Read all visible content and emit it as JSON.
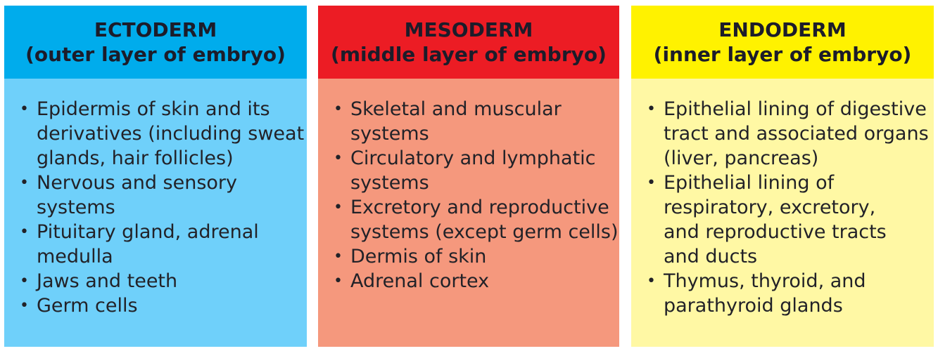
{
  "panels": [
    {
      "title": "ECTODERM",
      "subtitle": "(outer layer of embryo)",
      "header_color": "#00acec",
      "body_color": "#6fd0fa",
      "items": [
        [
          "Epidermis of skin and its",
          "derivatives (including sweat",
          "glands, hair follicles)"
        ],
        [
          "Nervous and sensory",
          "systems"
        ],
        [
          "Pituitary gland, adrenal",
          "medulla"
        ],
        [
          "Jaws and teeth"
        ],
        [
          "Germ cells"
        ]
      ]
    },
    {
      "title": "MESODERM",
      "subtitle": "(middle layer of embryo)",
      "header_color": "#ec1c24",
      "body_color": "#f5987d",
      "items": [
        [
          "Skeletal and muscular",
          "systems"
        ],
        [
          "Circulatory and lymphatic",
          "systems"
        ],
        [
          "Excretory and reproductive",
          "systems (except germ cells)"
        ],
        [
          "Dermis of skin"
        ],
        [
          "Adrenal cortex"
        ]
      ]
    },
    {
      "title": "ENDODERM",
      "subtitle": "(inner layer of embryo)",
      "header_color": "#fff200",
      "body_color": "#fff8a4",
      "items": [
        [
          "Epithelial lining of digestive",
          "tract and associated organs",
          "(liver, pancreas)"
        ],
        [
          "Epithelial lining of",
          "respiratory, excretory,",
          "and reproductive tracts",
          "and ducts"
        ],
        [
          "Thymus, thyroid, and",
          "parathyroid glands"
        ]
      ]
    }
  ],
  "bullet_glyph": "•"
}
